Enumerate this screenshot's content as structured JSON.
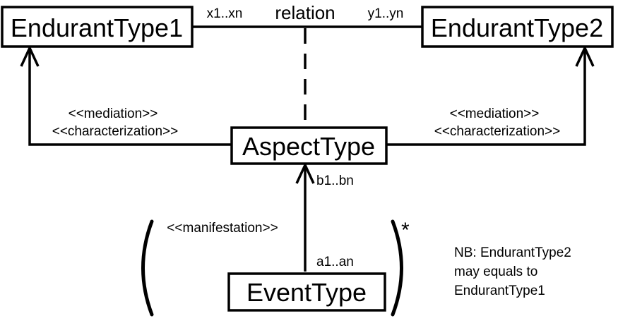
{
  "nodes": {
    "endurant1": {
      "label": "EndurantType1"
    },
    "endurant2": {
      "label": "EndurantType2"
    },
    "aspect": {
      "label": "AspectType"
    },
    "event": {
      "label": "EventType"
    }
  },
  "edges": {
    "relation": {
      "label": "relation",
      "left_mult": "x1..xn",
      "right_mult": "y1..yn"
    },
    "aspect_to_endurant1": {
      "stereotypes": [
        "<<mediation>>",
        "<<characterization>>"
      ]
    },
    "aspect_to_endurant2": {
      "stereotypes": [
        "<<mediation>>",
        "<<characterization>>"
      ]
    },
    "manifestation": {
      "stereotype": "<<manifestation>>",
      "source_mult": "a1..an",
      "target_mult": "b1..bn"
    }
  },
  "group": {
    "repeat_marker": "*"
  },
  "note": {
    "lines": [
      "NB: EndurantType2",
      "may equals to",
      "EndurantType1"
    ]
  }
}
